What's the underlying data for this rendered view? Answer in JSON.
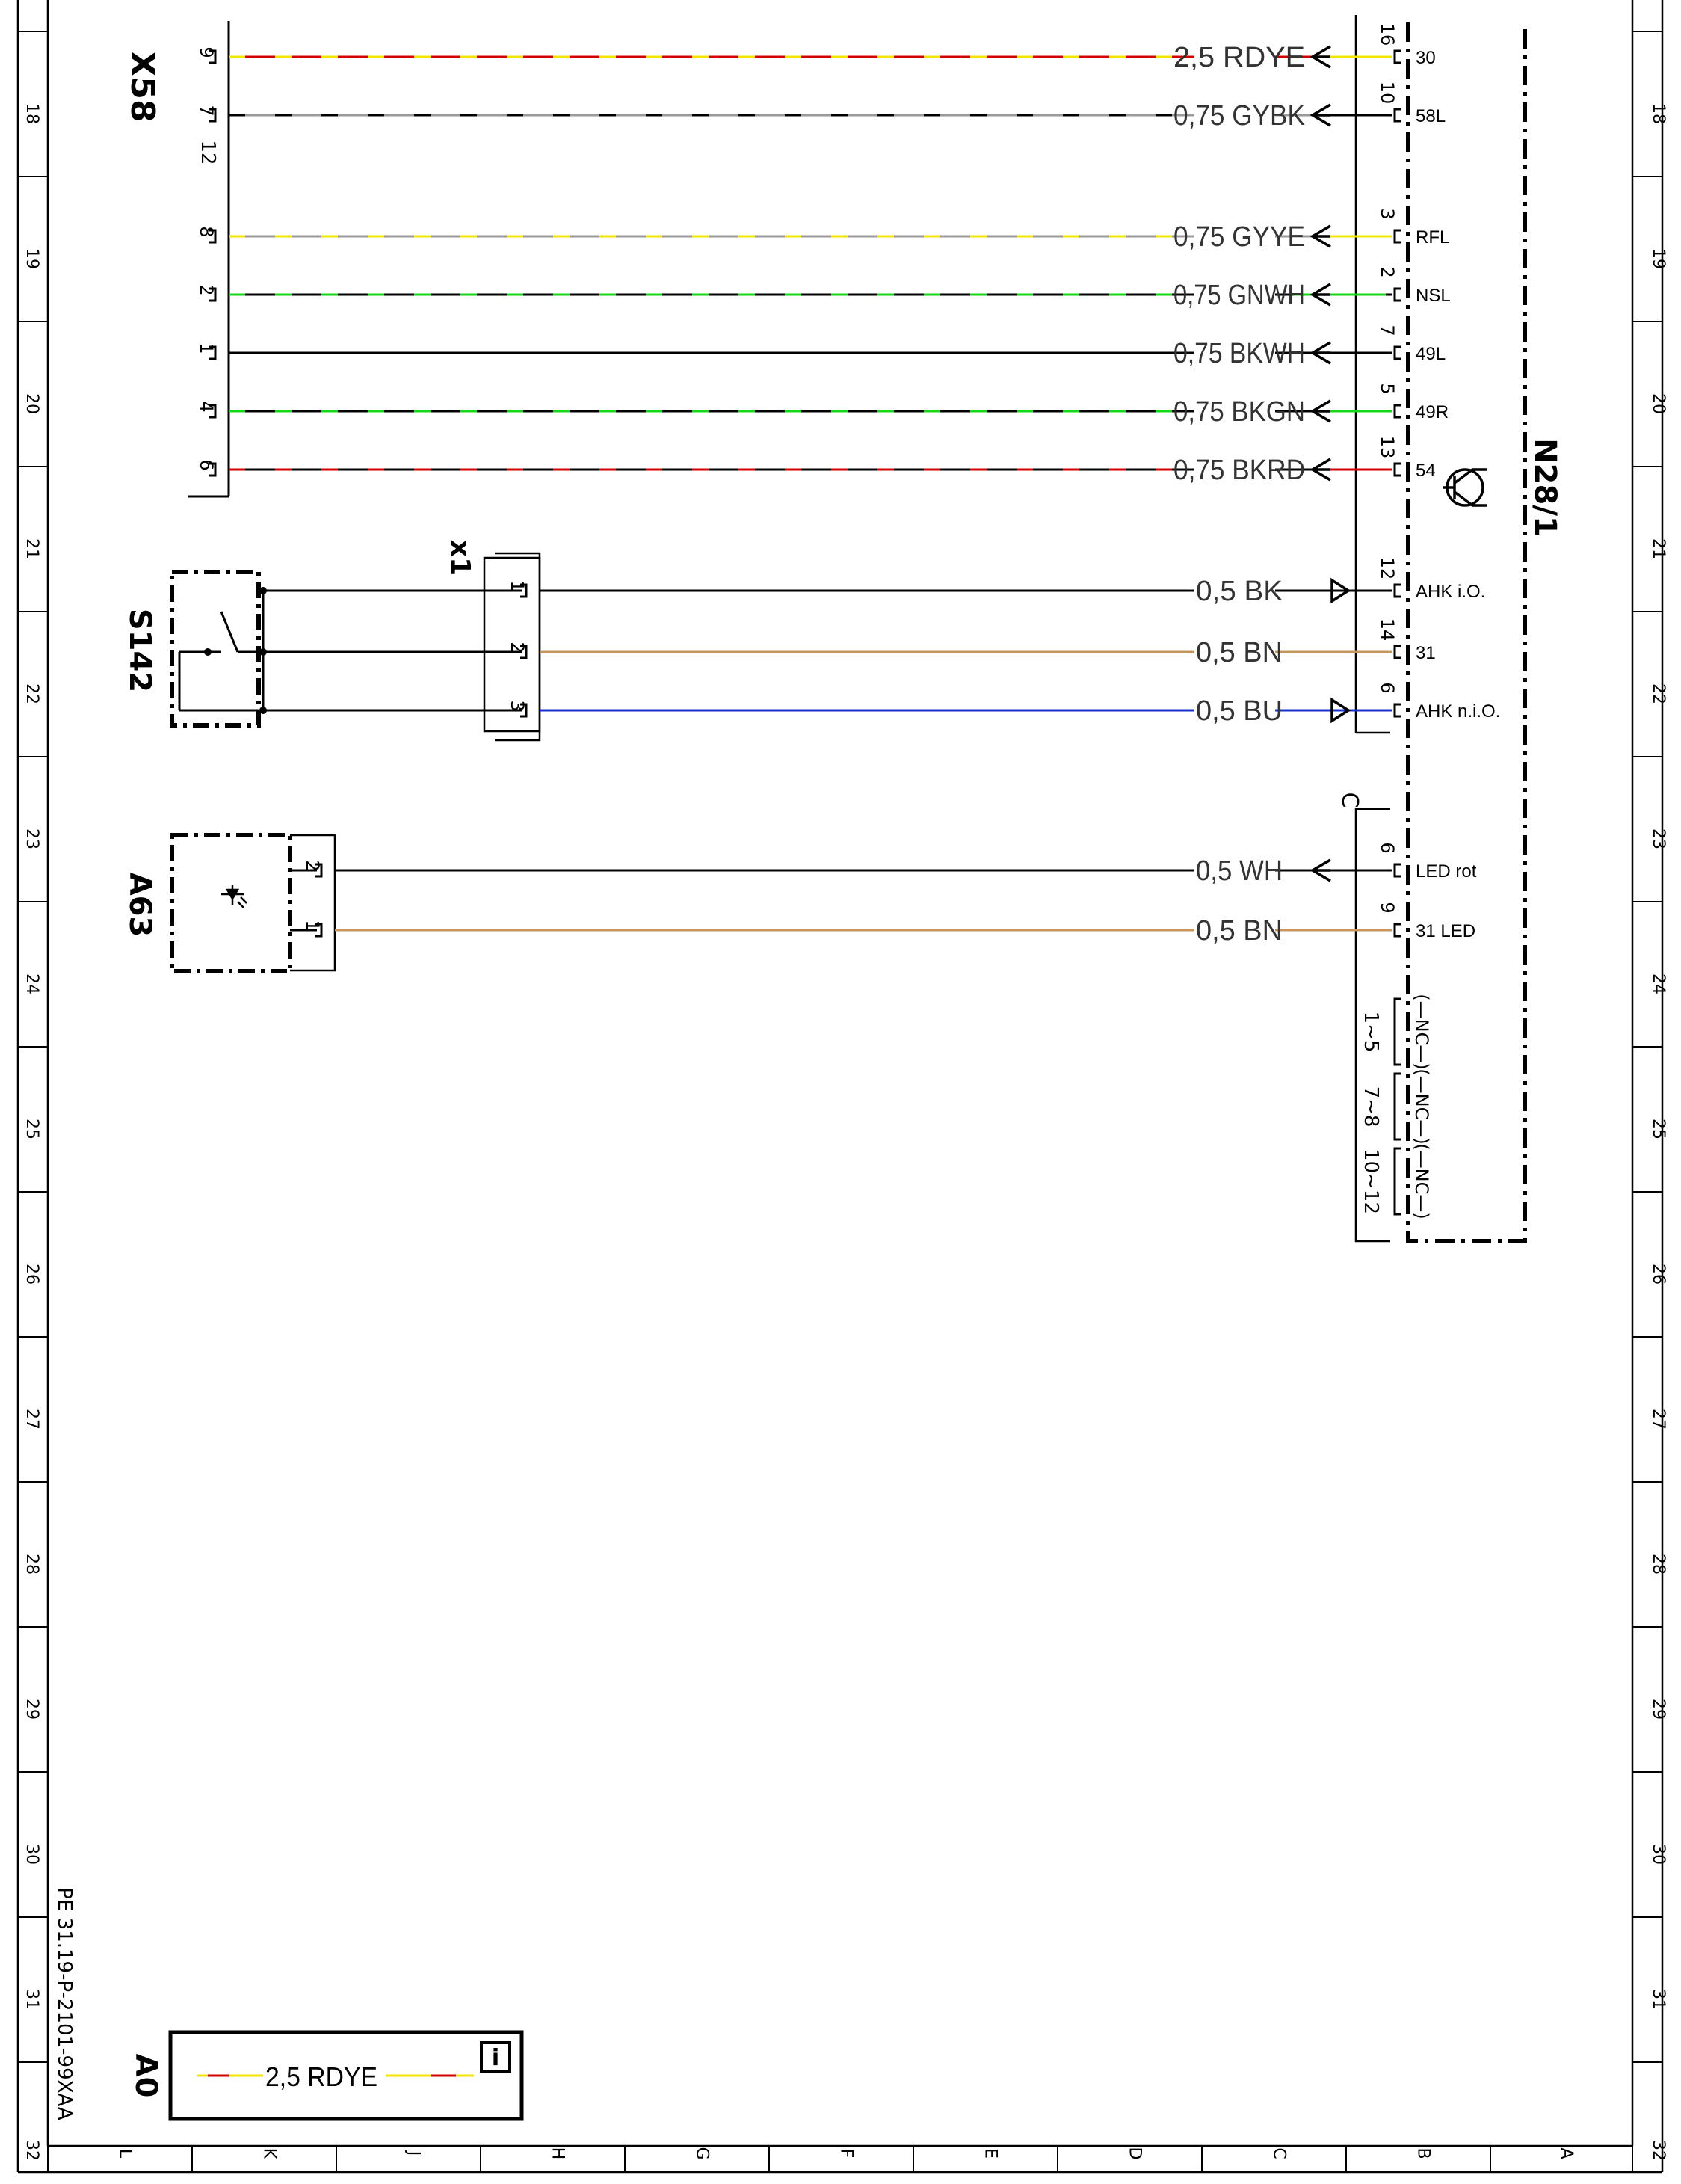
{
  "document_code": "PE 31.19-P-2101-99XAA",
  "sheet_size": "A0",
  "row_numbers": [
    "18",
    "19",
    "20",
    "21",
    "22",
    "23",
    "24",
    "25",
    "26",
    "27",
    "28",
    "29",
    "30",
    "31",
    "32"
  ],
  "column_letters": [
    "L",
    "K",
    "J",
    "H",
    "G",
    "F",
    "E",
    "D",
    "C",
    "B",
    "A"
  ],
  "components": {
    "x58": "X58",
    "n28_1": "N28/1",
    "s142": "S142",
    "a63": "A63",
    "x1": "x1",
    "connector_c": "C"
  },
  "colors": {
    "RD": "#d40000",
    "YE": "#f2e600",
    "GY": "#9a9a9a",
    "BK": "#000000",
    "GN": "#16d916",
    "WH": "#ffffff",
    "BN": "#c8965a",
    "BU": "#1a2fd0"
  },
  "wires": [
    {
      "pin_left": "9",
      "pin_right": "16",
      "label": "2,5 RDYE",
      "terminal": "30",
      "colors": [
        "RD",
        "YE"
      ],
      "arrow": "into-left"
    },
    {
      "pin_left": "7",
      "pin_right": "10",
      "label": "0,75 GYBK",
      "terminal": "58L",
      "colors": [
        "GY",
        "BK"
      ],
      "arrow": "into-left"
    },
    {
      "pin_left": "8",
      "pin_right": "3",
      "label": "0,75 GYYE",
      "terminal": "RFL",
      "colors": [
        "GY",
        "YE"
      ],
      "arrow": "into-left"
    },
    {
      "pin_left": "2",
      "pin_right": "2",
      "label": "0,75 GNWH",
      "terminal": "NSL",
      "colors": [
        "GN",
        "WH"
      ],
      "arrow": "into-left"
    },
    {
      "pin_left": "1",
      "pin_right": "7",
      "label": "0,75 BKWH",
      "terminal": "49L",
      "colors": [
        "BK",
        "WH"
      ],
      "arrow": "into-left"
    },
    {
      "pin_left": "4",
      "pin_right": "5",
      "label": "0,75 BKGN",
      "terminal": "49R",
      "colors": [
        "BK",
        "GN"
      ],
      "arrow": "into-left"
    },
    {
      "pin_left": "6",
      "pin_right": "13",
      "label": "0,75 BKRD",
      "terminal": "54",
      "colors": [
        "BK",
        "RD"
      ],
      "arrow": "into-left"
    },
    {
      "pin_left": "1",
      "pin_right": "12",
      "label": "0,5 BK",
      "terminal": "AHK i.O.",
      "colors": [
        "BK"
      ],
      "arrow": "into-right"
    },
    {
      "pin_left": "2",
      "pin_right": "14",
      "label": "0,5 BN",
      "terminal": "31",
      "colors": [
        "BN"
      ],
      "arrow": "none"
    },
    {
      "pin_left": "3",
      "pin_right": "6",
      "label": "0,5 BU",
      "terminal": "AHK n.i.O.",
      "colors": [
        "BU"
      ],
      "arrow": "into-right"
    },
    {
      "pin_left": "2",
      "pin_right": "6",
      "label": "0,5 WH",
      "terminal": "LED rot",
      "colors": [
        "WH"
      ],
      "arrow": "into-left"
    },
    {
      "pin_left": "1",
      "pin_right": "9",
      "label": "0,5 BN",
      "terminal": "31 LED",
      "colors": [
        "BN"
      ],
      "arrow": "none"
    }
  ],
  "x58_extra_pin": "12",
  "nc_groups": [
    {
      "pins": "1~5",
      "label": "(—NC—)"
    },
    {
      "pins": "7~8",
      "label": "(—NC—)"
    },
    {
      "pins": "10~12",
      "label": "(—NC—)"
    }
  ],
  "legend": {
    "label": "2,5 RDYE",
    "colors": [
      "RD",
      "YE"
    ],
    "info_glyph": "i"
  }
}
